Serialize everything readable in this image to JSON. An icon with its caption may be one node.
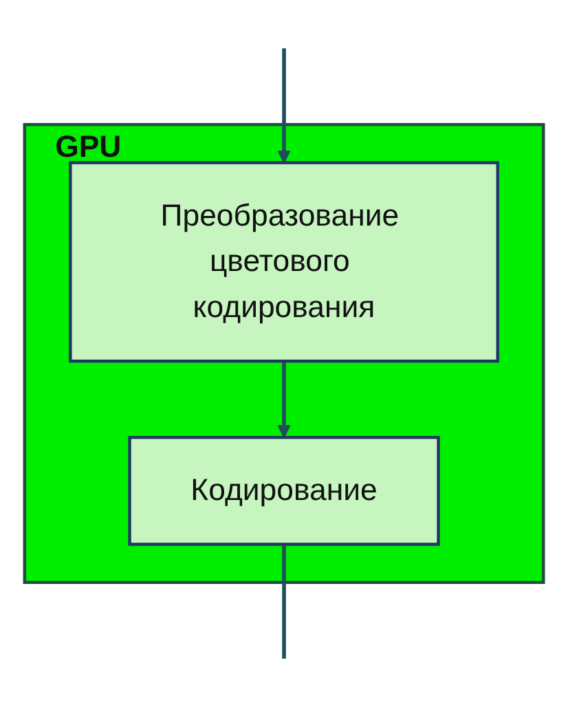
{
  "diagram": {
    "nodes": [
      {
        "text": [
          "GPU"
        ]
      },
      {
        "text": [
          "Преобразование цветового кодирования"
        ],
        "in": 0
      },
      {
        "text": [
          "Кодирование"
        ],
        "in": 0
      }
    ],
    "edges": [
      {
        "from": null,
        "to": 1,
        "arrow": "to"
      },
      {
        "from": 1,
        "to": 2,
        "arrow": "to"
      },
      {
        "from": 2,
        "to": null,
        "arrow": "none"
      }
    ]
  }
}
